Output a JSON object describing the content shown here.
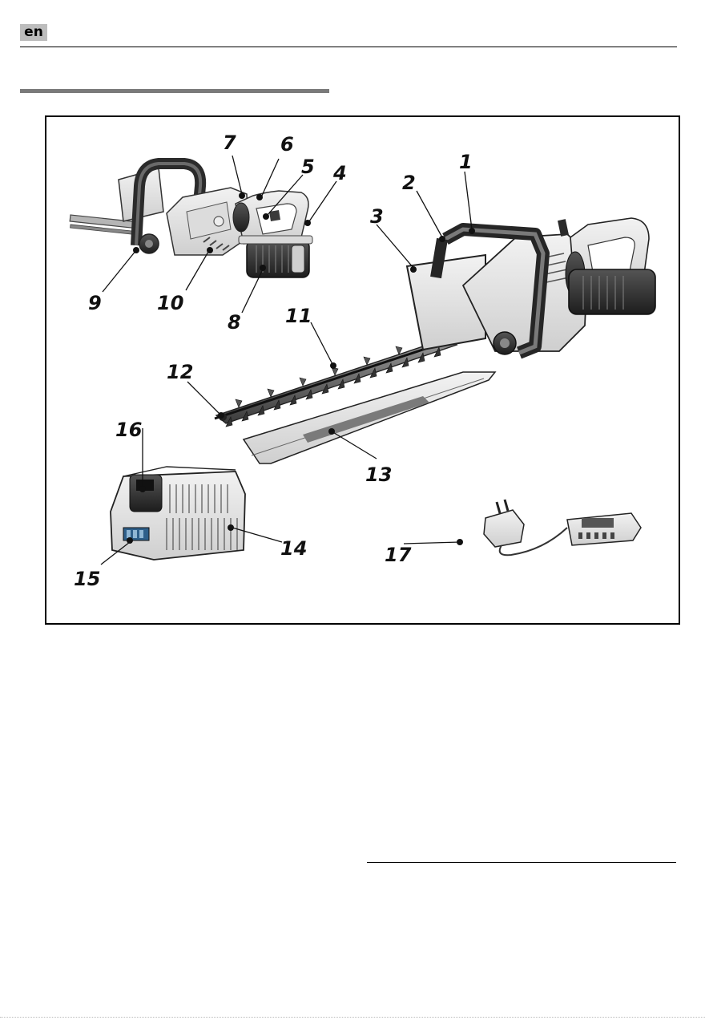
{
  "header": {
    "language_code": "en"
  },
  "figure": {
    "callouts": [
      {
        "id": "1",
        "label": "1"
      },
      {
        "id": "2",
        "label": "2"
      },
      {
        "id": "3",
        "label": "3"
      },
      {
        "id": "4",
        "label": "4"
      },
      {
        "id": "5",
        "label": "5"
      },
      {
        "id": "6",
        "label": "6"
      },
      {
        "id": "7",
        "label": "7"
      },
      {
        "id": "8",
        "label": "8"
      },
      {
        "id": "9",
        "label": "9"
      },
      {
        "id": "10",
        "label": "10"
      },
      {
        "id": "11",
        "label": "11"
      },
      {
        "id": "12",
        "label": "12"
      },
      {
        "id": "13",
        "label": "13"
      },
      {
        "id": "14",
        "label": "14"
      },
      {
        "id": "15",
        "label": "15"
      },
      {
        "id": "16",
        "label": "16"
      },
      {
        "id": "17",
        "label": "17"
      }
    ]
  }
}
